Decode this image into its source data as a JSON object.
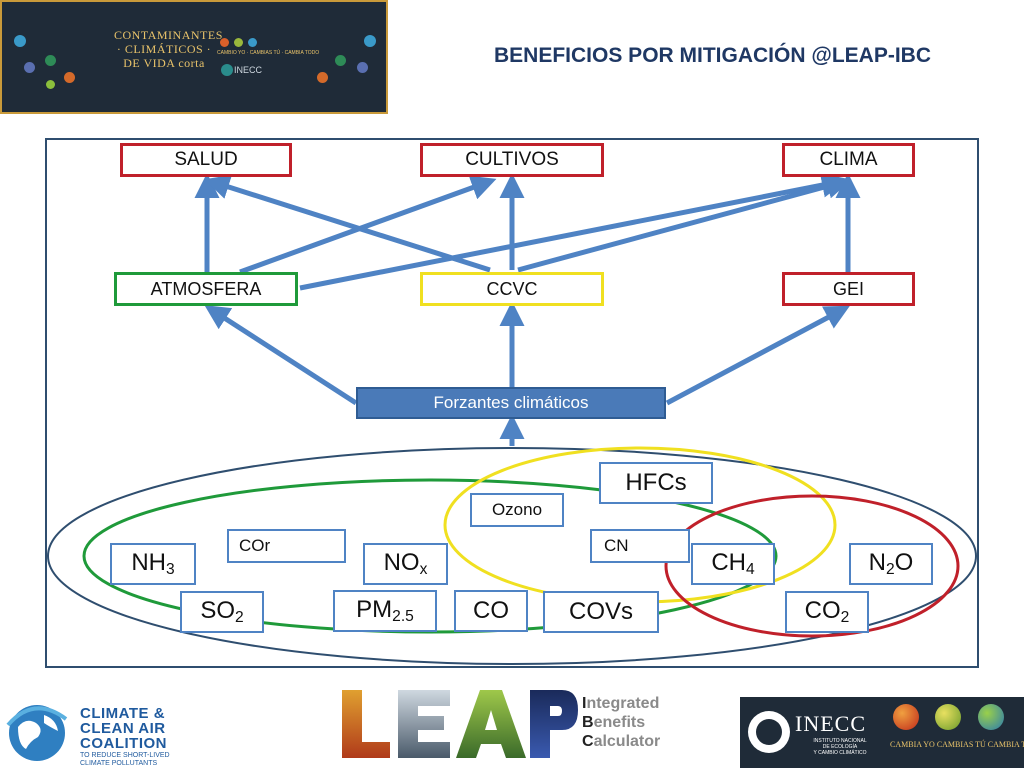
{
  "banner": {
    "title_lines": [
      "CONTAMINANTES",
      "· CLIMÁTICOS ·",
      "DE VIDA corta"
    ],
    "slogan": "CAMBIO YO · CAMBIAS TÚ · CAMBIA TODO",
    "inecc": "INECC"
  },
  "page_title": "BENEFICIOS POR MITIGACIÓN @LEAP-IBC",
  "diagram": {
    "top": {
      "salud": "SALUD",
      "cultivos": "CULTIVOS",
      "clima": "CLIMA"
    },
    "middle": {
      "atmosfera": "ATMOSFERA",
      "ccvc": "CCVC",
      "gei": "GEI"
    },
    "forzantes": "Forzantes climáticos",
    "pollutants": {
      "nh3": {
        "base": "NH",
        "sub": "3"
      },
      "so2": {
        "base": "SO",
        "sub": "2"
      },
      "cor": {
        "base": "COr",
        "sub": ""
      },
      "nox": {
        "base": "NO",
        "sub": "x"
      },
      "pm25": {
        "base": "PM",
        "sub": "2.5"
      },
      "co": {
        "base": "CO",
        "sub": ""
      },
      "covs": {
        "base": "COVs",
        "sub": ""
      },
      "ozono": {
        "base": "Ozono",
        "sub": ""
      },
      "hfcs": {
        "base": "HFCs",
        "sub": ""
      },
      "cn": {
        "base": "CN",
        "sub": ""
      },
      "ch4": {
        "base": "CH",
        "sub": "4"
      },
      "n2o": {
        "base": "N",
        "sub": "2",
        "tail": "O"
      },
      "co2": {
        "base": "CO",
        "sub": "2"
      }
    }
  },
  "footer": {
    "ccac": {
      "lines": [
        "CLIMATE &",
        "CLEAN AIR",
        "COALITION"
      ],
      "sub_lines": [
        "TO REDUCE SHORT-LIVED",
        "CLIMATE POLLUTANTS"
      ]
    },
    "leap": "LEAP",
    "ibc": {
      "line1_first": "I",
      "line1_rest": "ntegrated",
      "line2_first": "B",
      "line2_rest": "enefits",
      "line3_first": "C",
      "line3_rest": "alculator"
    },
    "inecc": {
      "name": "INECC",
      "sub_lines": [
        "INSTITUTO NACIONAL",
        "DE ECOLOGÍA",
        "Y CAMBIO CLIMÁTICO"
      ],
      "cambio": "CAMBIA YO  CAMBIAS TÚ  CAMBIA TODO"
    }
  },
  "colors": {
    "arrow": "#4f83c4",
    "red": "#c0202a",
    "green": "#1f9a3a",
    "yellow": "#f0e020",
    "title": "#1f3864"
  }
}
